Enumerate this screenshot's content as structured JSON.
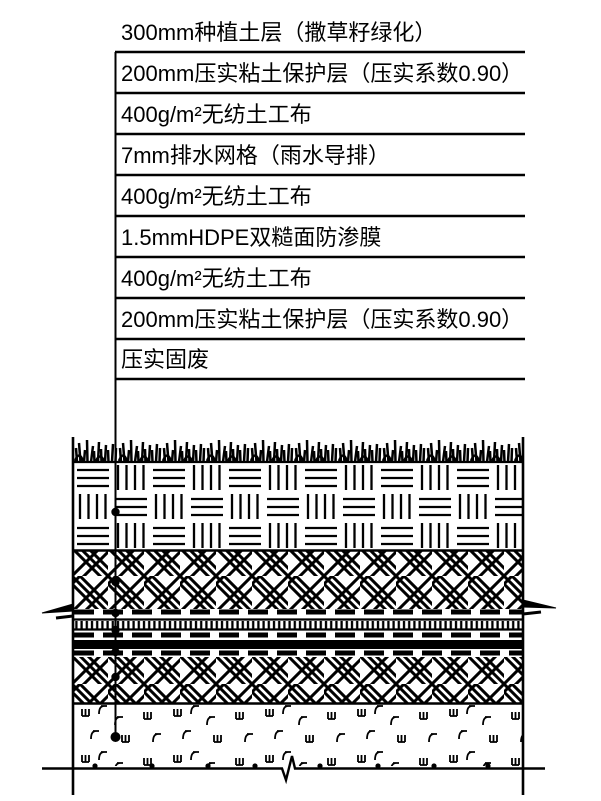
{
  "page": {
    "background_color": "#ffffff",
    "line_color": "#000000",
    "description_type": "landfill-cover-system-section-detail"
  },
  "layer_labels": [
    {
      "label": "300mm种植土层（撒草籽绿化）"
    },
    {
      "label": "200mm压实粘土保护层（压实系数0.90）"
    },
    {
      "label": "400g/m²无纺土工布"
    },
    {
      "label": "7mm排水网格（雨水导排）"
    },
    {
      "label": "400g/m²无纺土工布"
    },
    {
      "label": "1.5mmHDPE双糙面防渗膜"
    },
    {
      "label": "400g/m²无纺土工布"
    },
    {
      "label": "200mm压实粘土保护层（压实系数0.90）"
    },
    {
      "label": "压实固废"
    }
  ],
  "section": {
    "bands": [
      {
        "name": "grass-surface",
        "pattern": "grass-tufts"
      },
      {
        "name": "planting-soil",
        "pattern": "basket-weave"
      },
      {
        "name": "clay-protection-upper",
        "pattern": "diagonal-crosshatch"
      },
      {
        "name": "geotextile-upper",
        "pattern": "heavy-dashed-line"
      },
      {
        "name": "drainage-grid",
        "pattern": "vertical-tick-band"
      },
      {
        "name": "geotextile-middle",
        "pattern": "heavy-dashed-line"
      },
      {
        "name": "hdpe-membrane",
        "pattern": "solid-black-band"
      },
      {
        "name": "geotextile-lower",
        "pattern": "heavy-dashed-line"
      },
      {
        "name": "clay-protection-lower",
        "pattern": "diagonal-crosshatch"
      },
      {
        "name": "compacted-waste",
        "pattern": "scattered-debris"
      }
    ]
  }
}
